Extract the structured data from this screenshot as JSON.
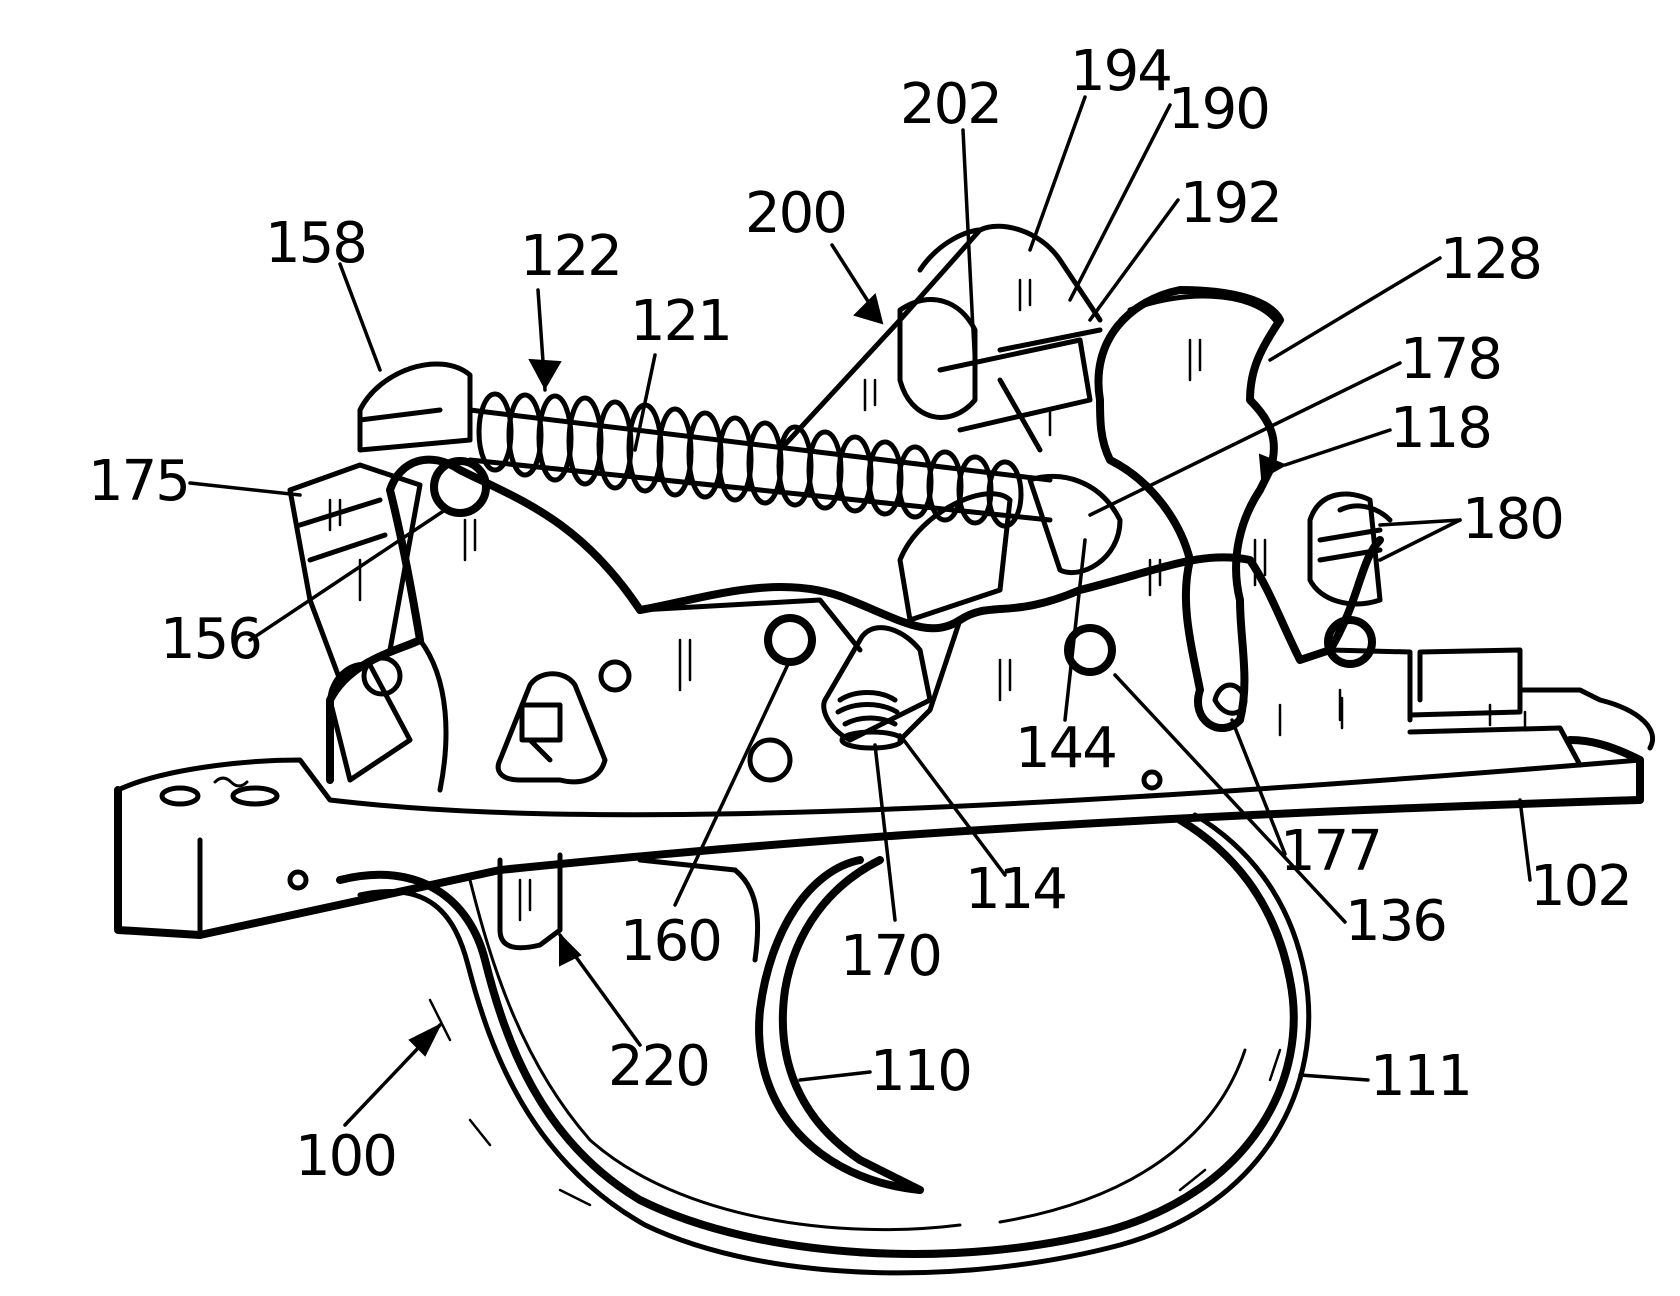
{
  "figure": {
    "reference_numerals": {
      "r100": "100",
      "r102": "102",
      "r110": "110",
      "r111": "111",
      "r114": "114",
      "r118": "118",
      "r121": "121",
      "r122": "122",
      "r128": "128",
      "r136": "136",
      "r144": "144",
      "r156": "156",
      "r158": "158",
      "r160": "160",
      "r170": "170",
      "r175": "175",
      "r177": "177",
      "r178": "178",
      "r180": "180",
      "r190": "190",
      "r192": "192",
      "r194": "194",
      "r200": "200",
      "r202": "202",
      "r220": "220"
    }
  }
}
